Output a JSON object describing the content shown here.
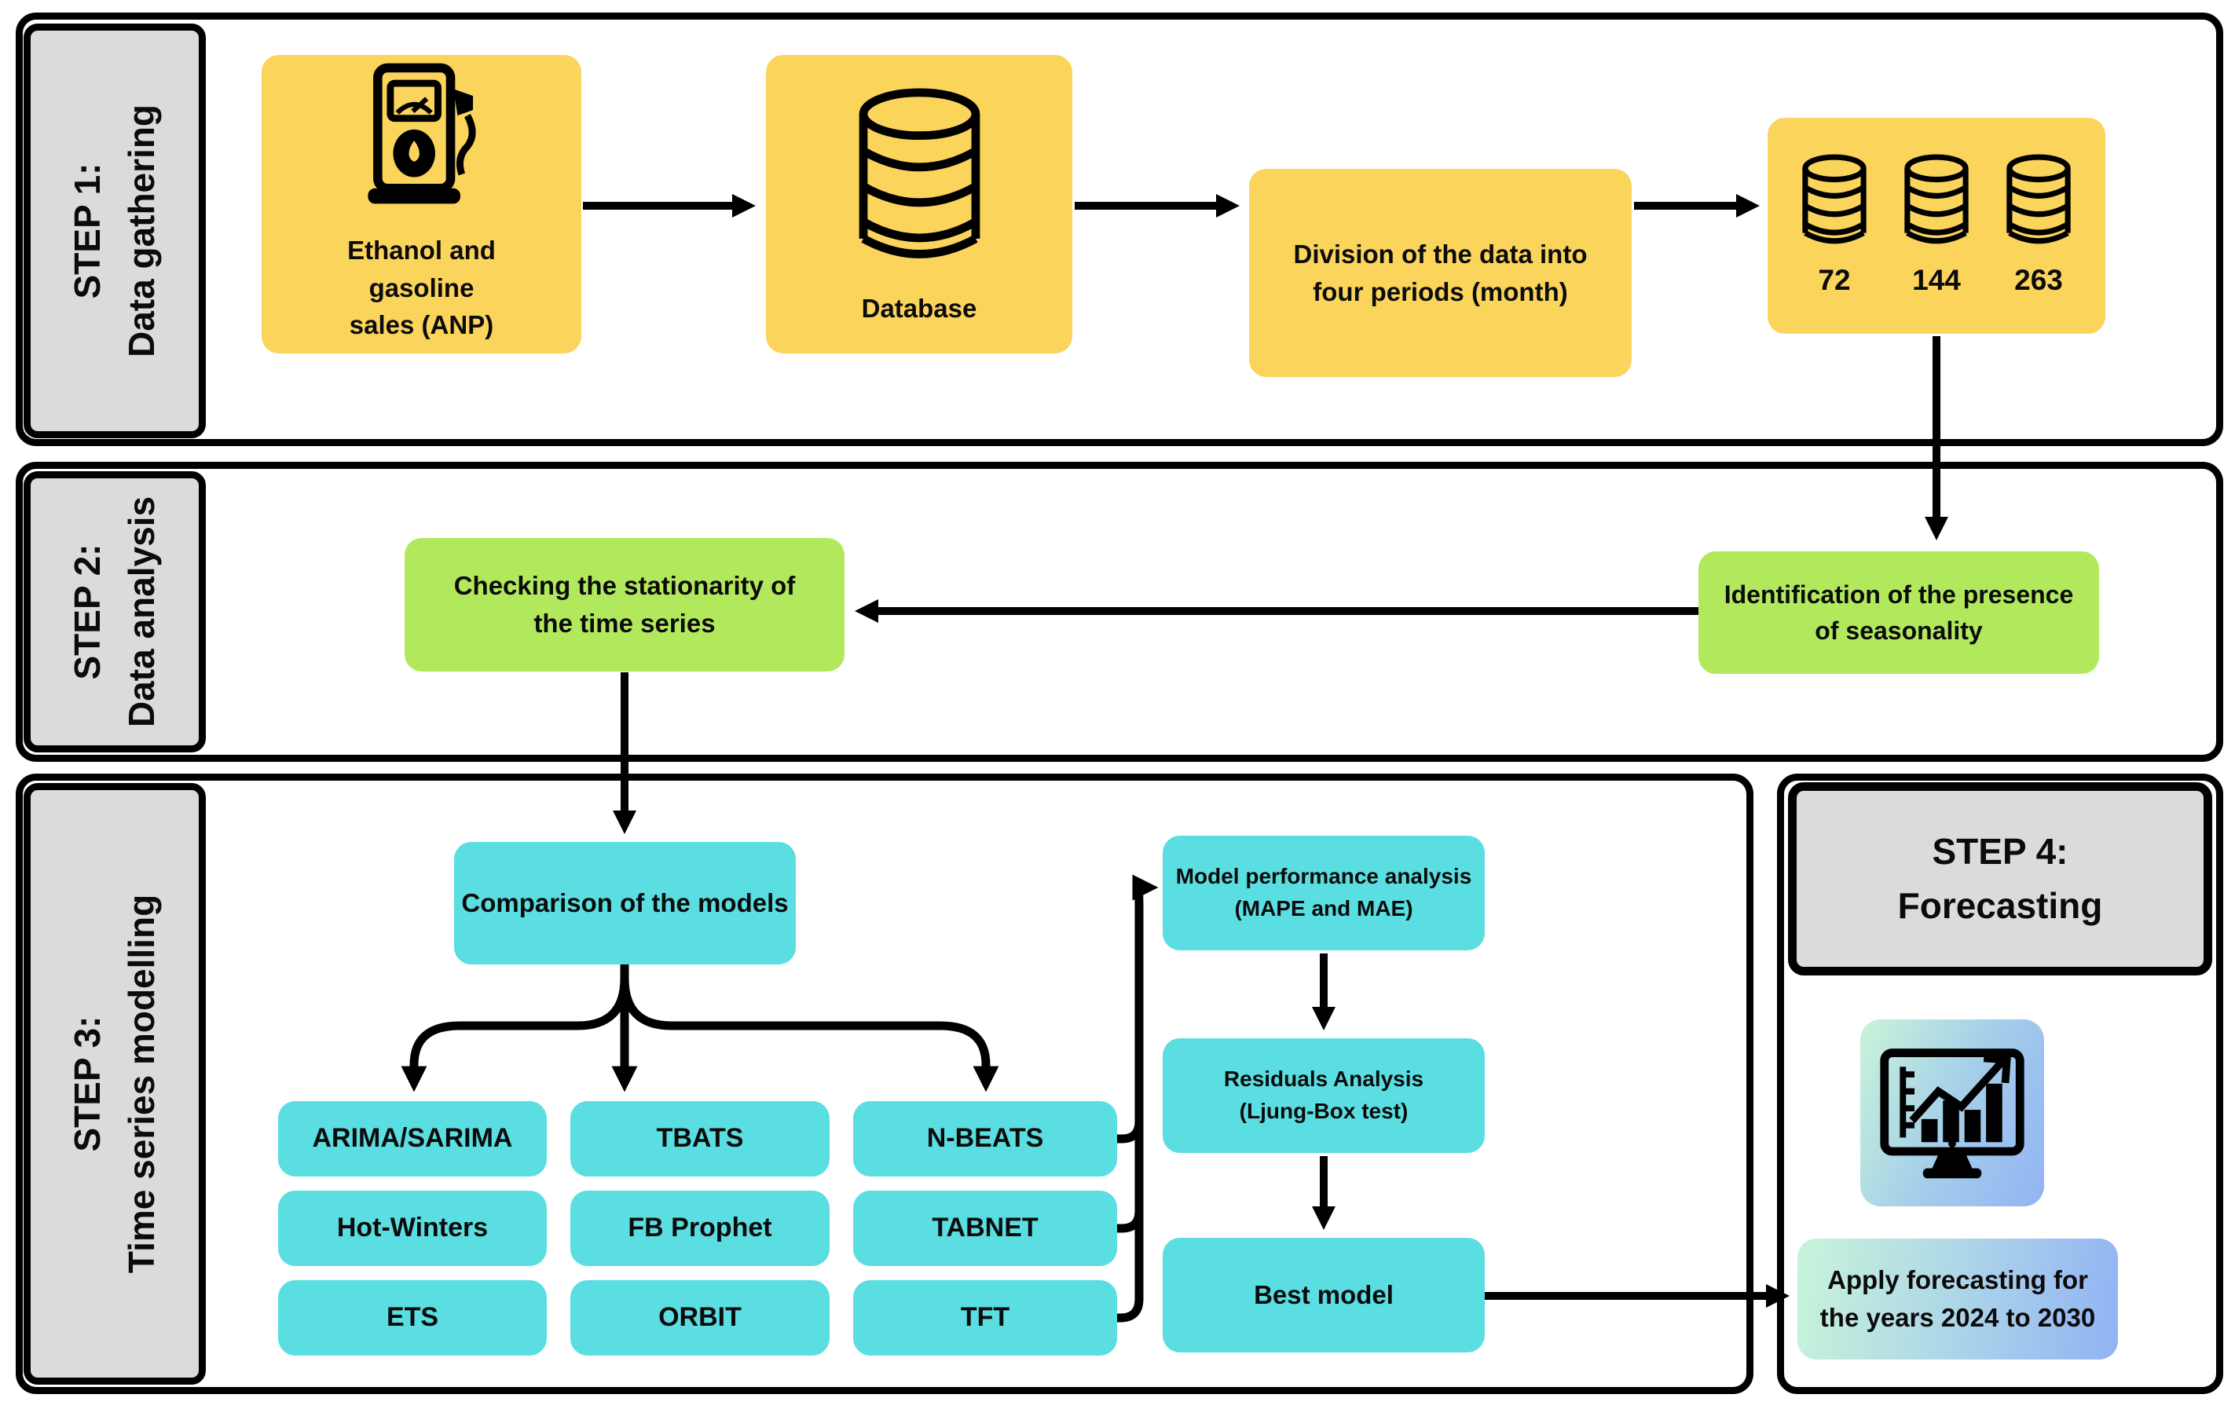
{
  "colors": {
    "box_yellow": "#fbd45c",
    "box_green": "#b2e95c",
    "box_cyan": "#5adee2",
    "label_gray": "#dbdbdb",
    "gradient_start": "#c8f4da",
    "gradient_end": "#92b2f5",
    "line_black": "#000000"
  },
  "icons": {
    "fuel_pump": "fuel-pump-icon",
    "database": "database-cylinder-icon",
    "dataset": "database-cylinder-icon",
    "forecast": "monitor-bar-chart-trend-icon"
  },
  "step1": {
    "label_line1": "STEP 1:",
    "label_line2": "Data gathering",
    "ethanol": {
      "l1": "Ethanol and",
      "l2": "gasoline",
      "l3": "sales (ANP)"
    },
    "database": {
      "label": "Database"
    },
    "division": {
      "l1": "Division of the data into",
      "l2": "four periods (month)"
    },
    "datasets": {
      "counts": [
        "72",
        "144",
        "263"
      ]
    }
  },
  "step2": {
    "label_line1": "STEP 2:",
    "label_line2": "Data analysis",
    "stationarity": {
      "l1": "Checking the stationarity of",
      "l2": "the time series"
    },
    "seasonality": {
      "l1": "Identification of the presence",
      "l2": "of seasonality"
    }
  },
  "step3": {
    "label_line1": "STEP 3:",
    "label_line2": "Time series modelling",
    "comparison": "Comparison of the models",
    "models_col1": [
      "ARIMA/SARIMA",
      "Hot-Winters",
      "ETS"
    ],
    "models_col2": [
      "TBATS",
      "FB Prophet",
      "ORBIT"
    ],
    "models_col3": [
      "N-BEATS",
      "TABNET",
      "TFT"
    ],
    "performance": {
      "l1": "Model performance analysis",
      "l2": "(MAPE and MAE)"
    },
    "residuals": {
      "l1": "Residuals Analysis",
      "l2": "(Ljung-Box test)"
    },
    "best": "Best model"
  },
  "step4": {
    "title_line1": "STEP 4:",
    "title_line2": "Forecasting",
    "apply": {
      "l1": "Apply forecasting for",
      "l2": "the years 2024 to 2030"
    }
  }
}
